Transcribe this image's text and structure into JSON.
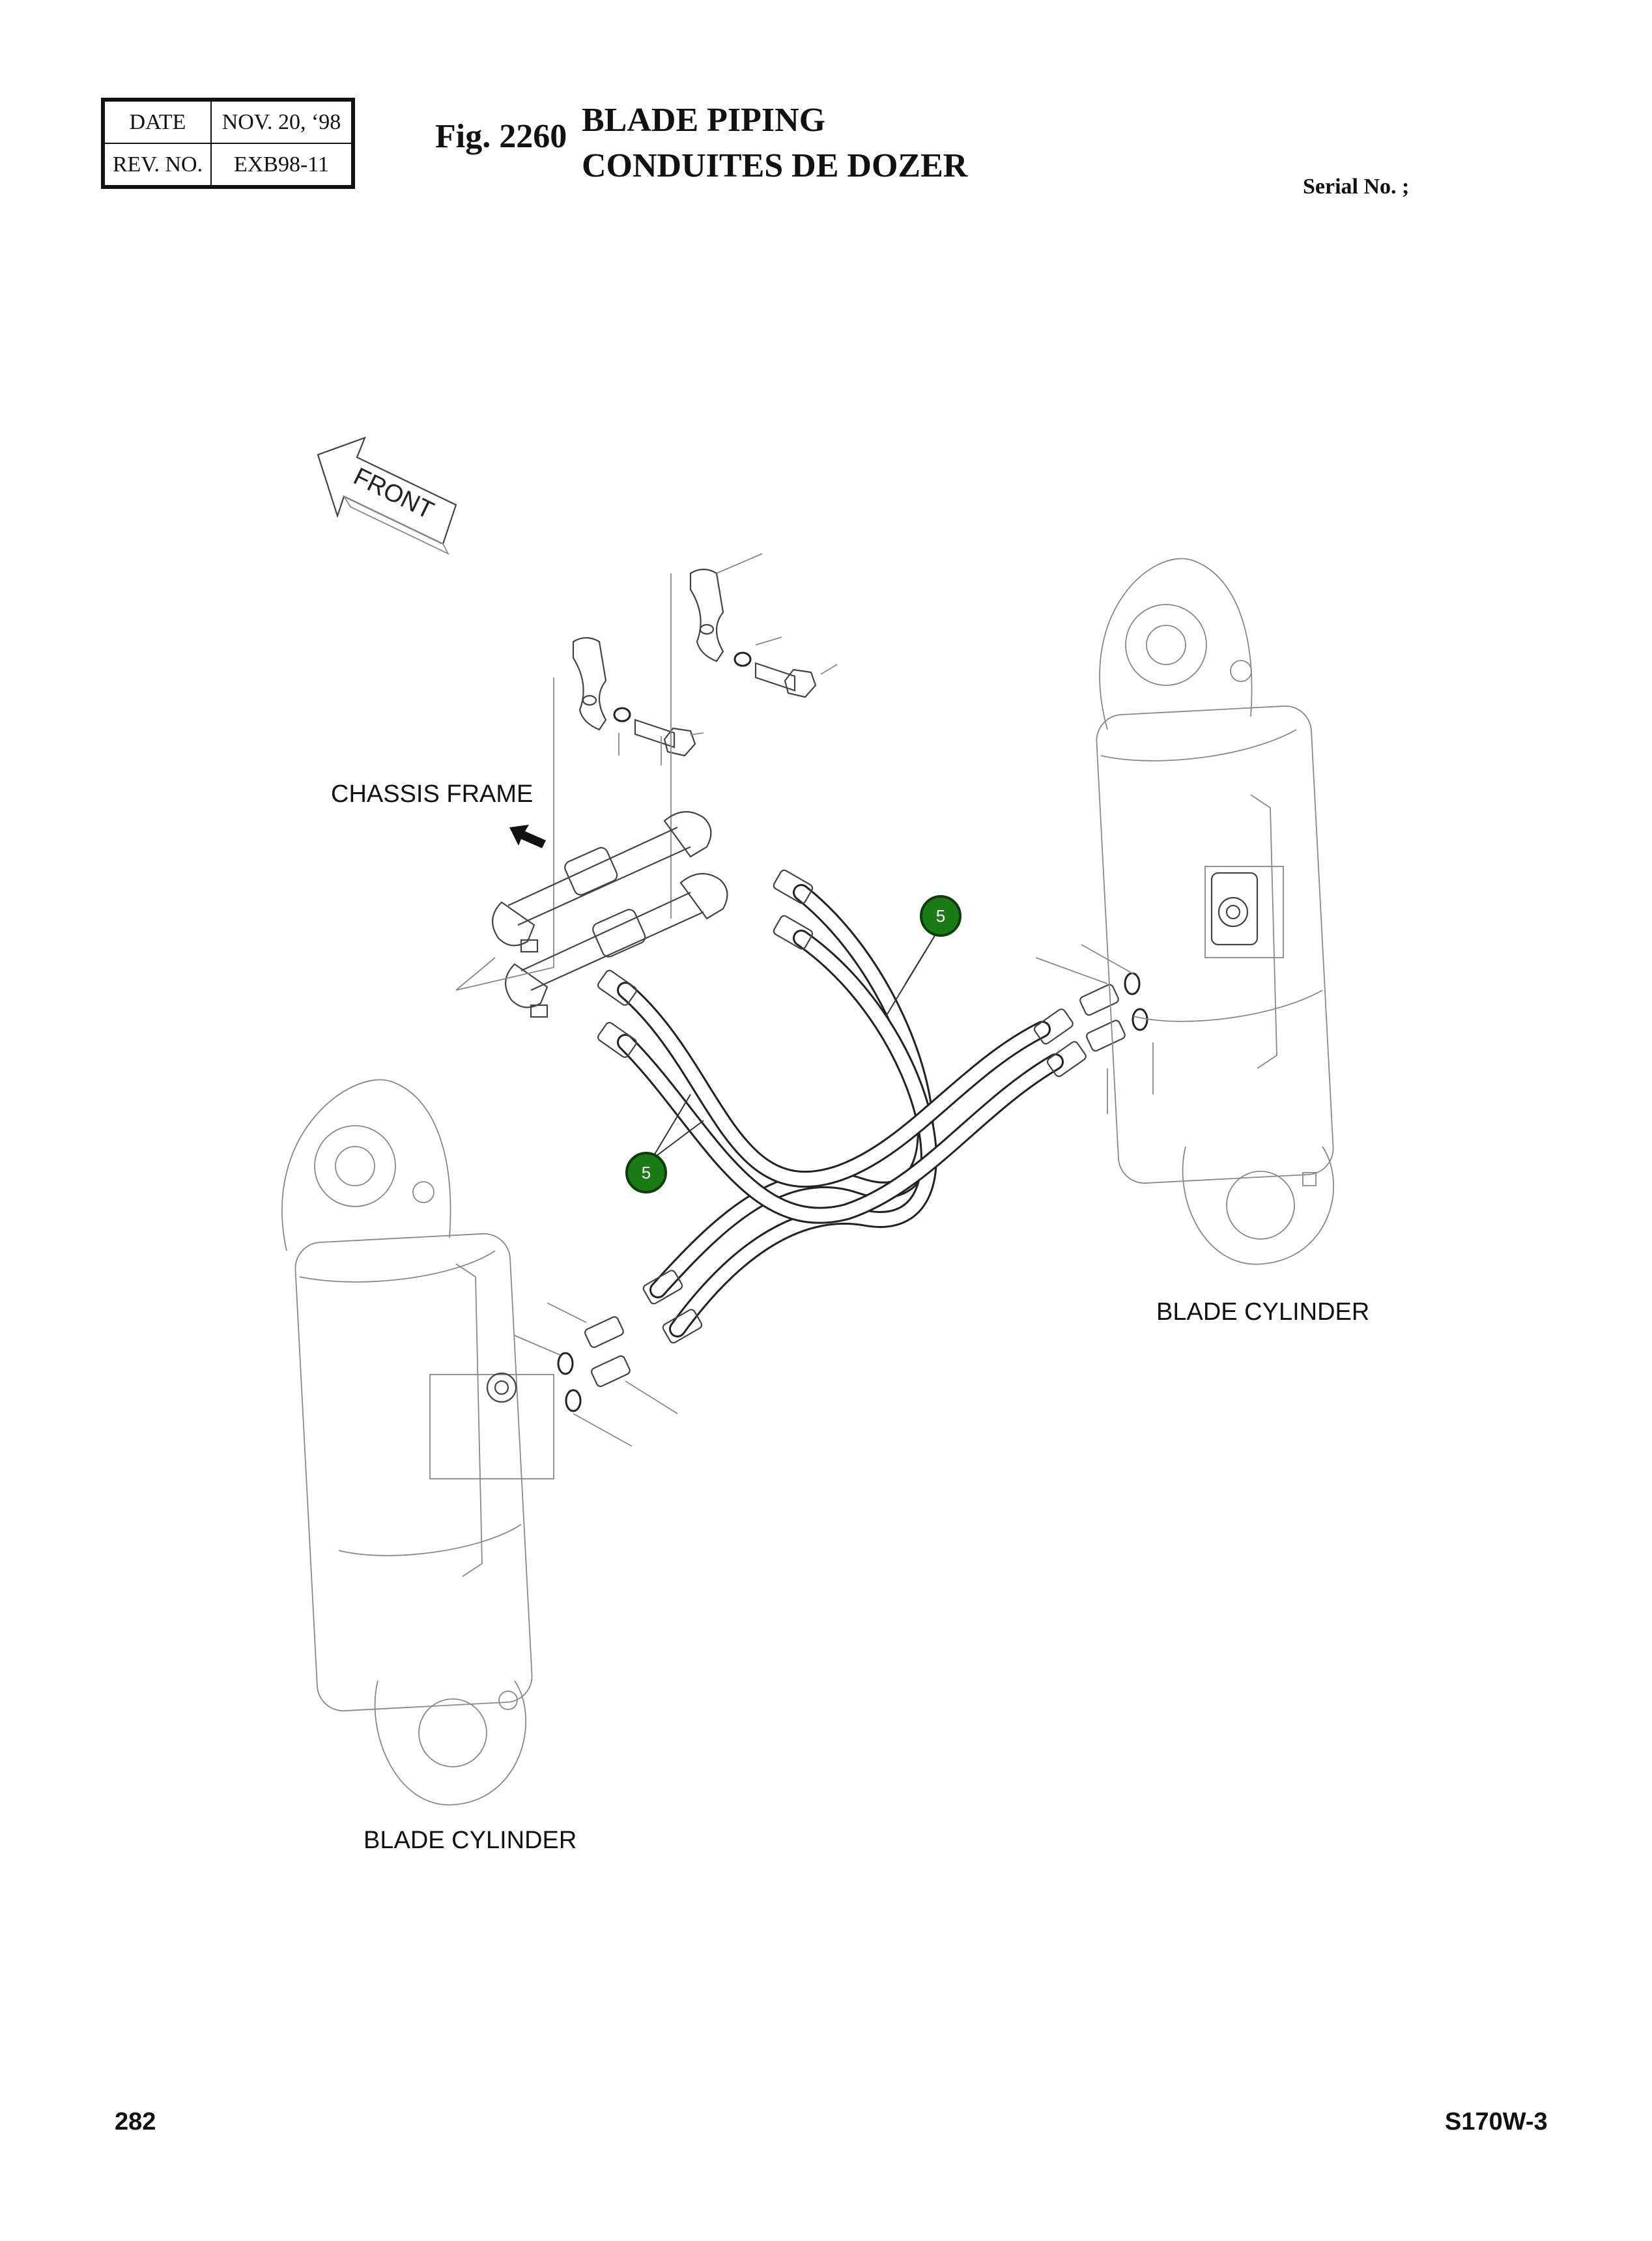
{
  "header": {
    "date_label": "DATE",
    "date_value": "NOV. 20, ‘98",
    "rev_label": "REV. NO.",
    "rev_value": "EXB98-11",
    "fig_number": "Fig. 2260",
    "title_en": "BLADE PIPING",
    "title_fr": "CONDUITES DE DOZER",
    "serial": "Serial No. ;"
  },
  "diagram": {
    "front_label": "FRONT",
    "chassis_frame_label": "CHASSIS FRAME",
    "blade_cylinder_right_label": "BLADE CYLINDER",
    "blade_cylinder_left_label": "BLADE CYLINDER",
    "callouts": [
      {
        "id": "callout-upper",
        "text": "5"
      },
      {
        "id": "callout-lower",
        "text": "5"
      }
    ],
    "callout_color": "#1a7a14"
  },
  "footer": {
    "page_number": "282",
    "model": "S170W-3"
  }
}
